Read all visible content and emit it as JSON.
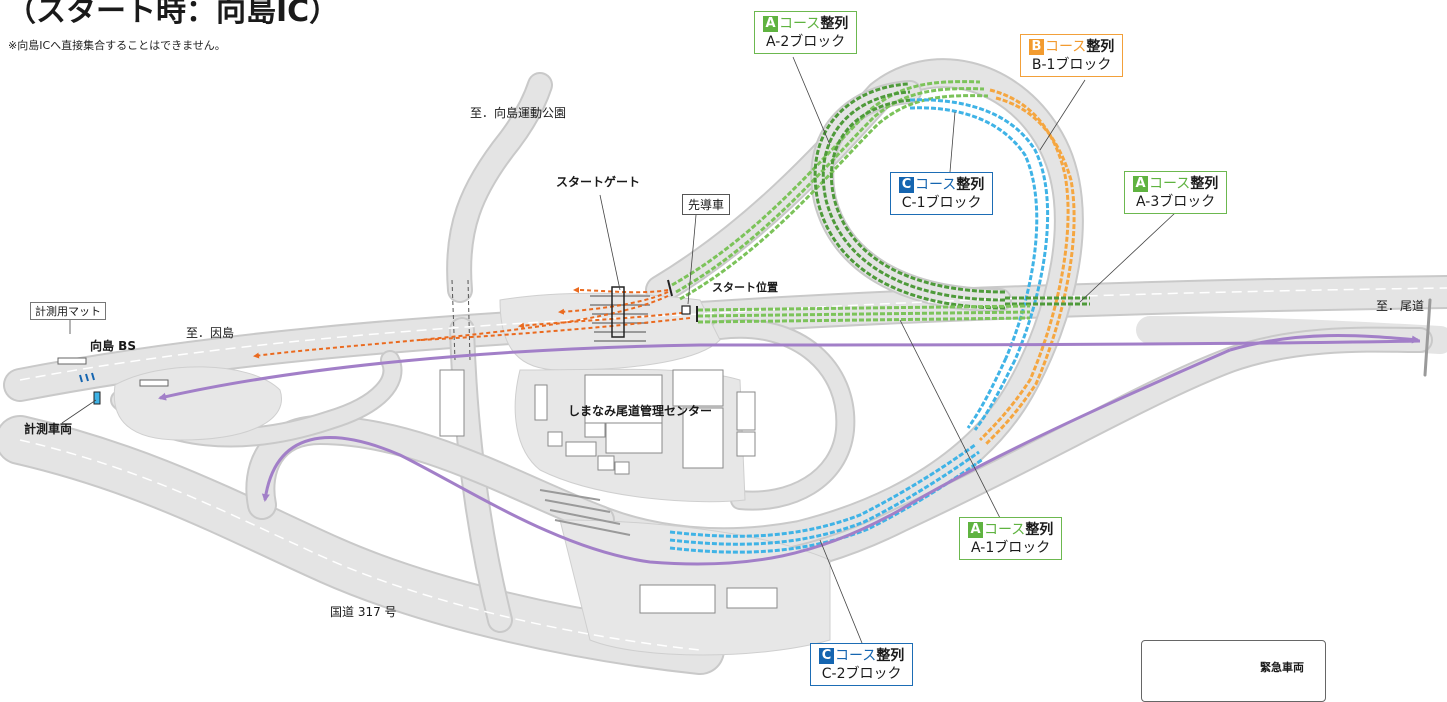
{
  "header": {
    "title": "（スタート時：向島IC）",
    "note": "※向島ICへ直接集合することはできません。"
  },
  "places": {
    "to_mukaishima_park": "至．向島運動公園",
    "to_innoshima": "至．因島",
    "to_onomichi": "至．尾道",
    "mukaishima_bs": "向島 BS",
    "route317": "国道 317 号",
    "center": "しまなみ尾道管理センター"
  },
  "markers": {
    "start_gate": "スタートゲート",
    "lead_car": "先導車",
    "start_position": "スタート位置",
    "timing_mat": "計測用マット",
    "timing_car": "計測車両"
  },
  "blocks": [
    {
      "id": "a2",
      "letter": "A",
      "course": "コース",
      "action": "整列",
      "block": "A-2ブロック"
    },
    {
      "id": "b1",
      "letter": "B",
      "course": "コース",
      "action": "整列",
      "block": "B-1ブロック"
    },
    {
      "id": "c1",
      "letter": "C",
      "course": "コース",
      "action": "整列",
      "block": "C-1ブロック"
    },
    {
      "id": "a3",
      "letter": "A",
      "course": "コース",
      "action": "整列",
      "block": "A-3ブロック"
    },
    {
      "id": "a1",
      "letter": "A",
      "course": "コース",
      "action": "整列",
      "block": "A-1ブロック"
    },
    {
      "id": "c2",
      "letter": "C",
      "course": "コース",
      "action": "整列",
      "block": "C-2ブロック"
    }
  ],
  "legend": {
    "emergency": "緊急車両",
    "emergency_color": "#a27fc8"
  },
  "colors": {
    "course_a": "#5fb340",
    "course_b": "#f29b2f",
    "course_c": "#1565b0",
    "queue_c": "#3fb3e6",
    "start_orange": "#ea6a1f",
    "road": "#e5e5e5",
    "road_edge": "#bfbfbf"
  }
}
